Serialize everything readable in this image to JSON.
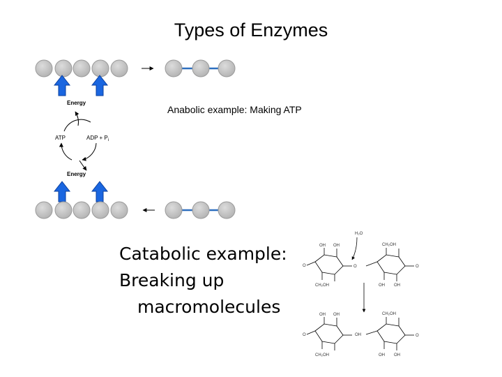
{
  "slide": {
    "title": "Types of Enzymes",
    "anabolic_caption": "Anabolic example: Making ATP",
    "catabolic_caption": {
      "line1": "Catabolic example:",
      "line2": "Breaking up",
      "line3": "macromolecules"
    }
  },
  "energy_cycle": {
    "energy_top": "Energy",
    "energy_bottom": "Energy",
    "atp_label": "ATP",
    "adp_label": "ADP + P",
    "adp_subscript": "i"
  },
  "glucose_diagram": {
    "h2o_label": "H₂O",
    "labels": {
      "oh": "OH",
      "ch2oh": "CH₂OH",
      "o": "O"
    }
  },
  "colors": {
    "monomer_fill": "#c8c8c8",
    "monomer_stroke": "#9a9a9a",
    "bond_blue": "#2e6fbf",
    "arrow_blue": "#1a66e0",
    "arrow_outline": "#0a3f9e"
  }
}
